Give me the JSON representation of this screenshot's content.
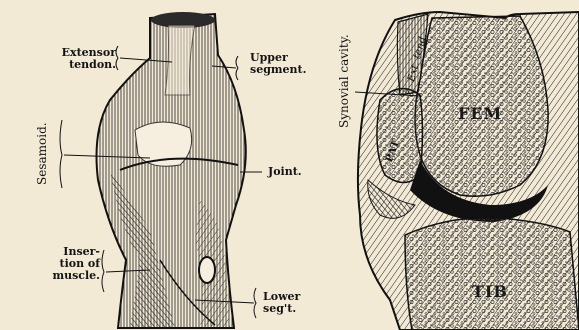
{
  "labels": {
    "extensor_tendon": "Extensor\ntendon.",
    "upper_segment": "Upper\nsegment.",
    "sesamoid": "Sesamoid.",
    "joint": "Joint.",
    "insertion_of_muscle": "Inser-\ntion of\nmuscle.",
    "lower_segment": "Lower\nseg't.",
    "synovial_cavity": "Synovial cavity.",
    "ext_tend": "Ext. tend.",
    "pat": "PAT",
    "fem": "FEM",
    "tib": "TIB"
  },
  "colors": {
    "paper": "#f3ead6",
    "ink": "#141414"
  }
}
